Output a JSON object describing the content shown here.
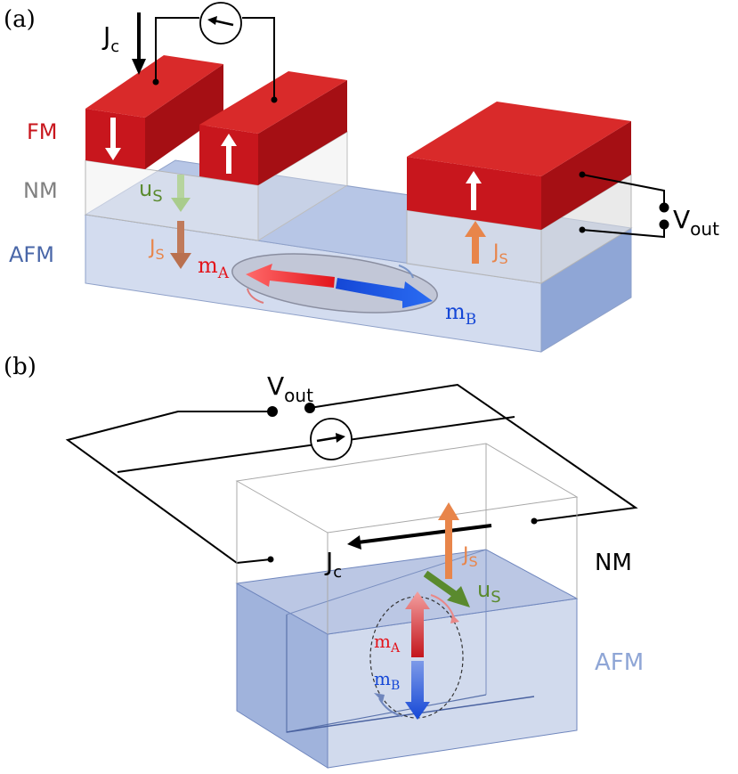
{
  "panel_a": {
    "label": "(a)",
    "layers": {
      "fm": "FM",
      "nm": "NM",
      "afm": "AFM"
    },
    "current_symbol": "J",
    "current_sub": "c",
    "output_symbol": "V",
    "output_sub": "out",
    "spin_accum_symbol": "u",
    "spin_accum_sub": "S",
    "spin_current_symbol": "J",
    "spin_current_sub": "S",
    "sublattice_a_symbol": "m",
    "sublattice_a_sub": "A",
    "sublattice_b_symbol": "m",
    "sublattice_b_sub": "B"
  },
  "panel_b": {
    "label": "(b)",
    "layers": {
      "nm": "NM",
      "afm": "AFM"
    },
    "output_symbol": "V",
    "output_sub": "out",
    "current_symbol": "J",
    "current_sub": "c",
    "spin_current_symbol": "J",
    "spin_current_sub": "S",
    "spin_accum_symbol": "u",
    "spin_accum_sub": "S",
    "sublattice_a_symbol": "m",
    "sublattice_a_sub": "A",
    "sublattice_b_symbol": "m",
    "sublattice_b_sub": "B"
  },
  "colors": {
    "fm_front": "#c8161d",
    "fm_top": "#d92a2a",
    "fm_side": "#a50f14",
    "afm_front": "#d3dcef",
    "afm_side": "#8fa6d6",
    "afm_top": "#b7c6e6",
    "afm_text": "#4a67a8",
    "fm_text": "#c8161d",
    "nm_text": "#808080",
    "spin_current": "#e8854a",
    "spin_accum": "#5a8a2e",
    "sublattice_a": "#e3141b",
    "sublattice_b": "#1547d6",
    "wire": "#000000"
  }
}
